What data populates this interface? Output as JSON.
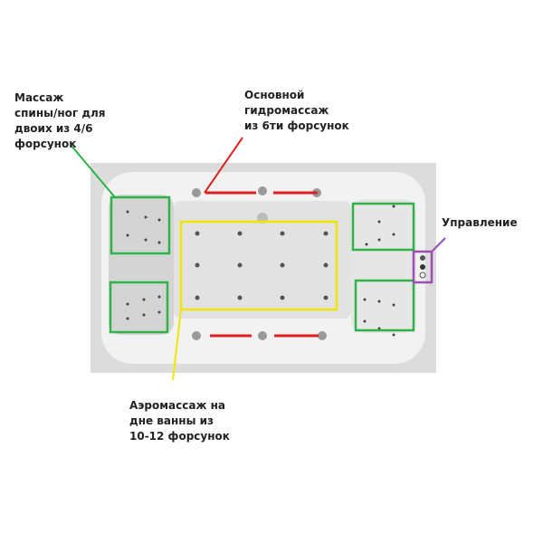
{
  "labels": {
    "back_leg": "Массаж\nспины/ног для\nдвоих из 4/6\nфорсунок",
    "main_hydro": "Основной\nгидромассаж\n из 6ти форсунок",
    "control": "Управление",
    "aero": "Аэромассаж на\nдне ванны из\n10-12 форсунок"
  },
  "colors": {
    "green": "#2db34a",
    "red": "#e02020",
    "yellow": "#f2e600",
    "purple": "#9b4fb5"
  }
}
